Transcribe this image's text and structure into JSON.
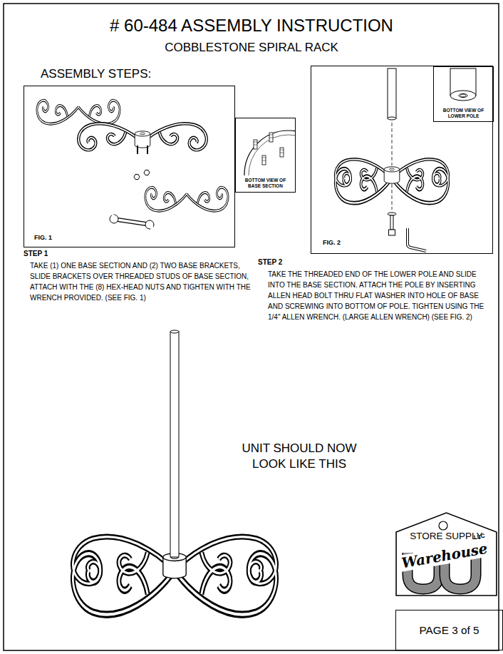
{
  "diagram": {
    "title": "# 60-484 ASSEMBLY INSTRUCTION",
    "nodes": [
      {
        "text": [
          "FIG. 1"
        ]
      },
      {
        "text": [
          "BOTTOM VIEW OF BASE SECTION"
        ]
      },
      {
        "text": [
          "FIG. 2"
        ]
      },
      {
        "text": [
          "BOTTOM VIEW OF LOWER POLE"
        ],
        "in": 2
      },
      {
        "text": [
          "STORE SUPPLY",
          "Warehouse",
          "LLC"
        ]
      },
      {
        "text": [
          "PAGE 3 of 5"
        ]
      }
    ],
    "labels": [
      "COBBLESTONE SPIRAL RACK",
      "ASSEMBLY STEPS:",
      "STEP 1",
      "TAKE (1) ONE BASE SECTION AND (2) TWO BASE BRACKETS, SLIDE BRACKETS OVER THREADED STUDS OF BASE SECTION, ATTACH WITH THE (8) HEX-HEAD NUTS AND TIGHTEN WITH THE WRENCH PROVIDED. (SEE FIG. 1)",
      "STEP 2",
      "TAKE THE THREADED END OF THE LOWER POLE AND SLIDE INTO THE BASE SECTION. ATTACH THE POLE BY INSERTING ALLEN HEAD BOLT THRU FLAT WASHER INTO HOLE OF BASE AND SCREWING INTO BOTTOM OF POLE. TIGHTEN USING THE 1/4\" ALLEN WRENCH. (LARGE ALLEN WRENCH) (SEE FIG. 2)",
      "UNIT SHOULD NOW LOOK LIKE THIS"
    ]
  }
}
